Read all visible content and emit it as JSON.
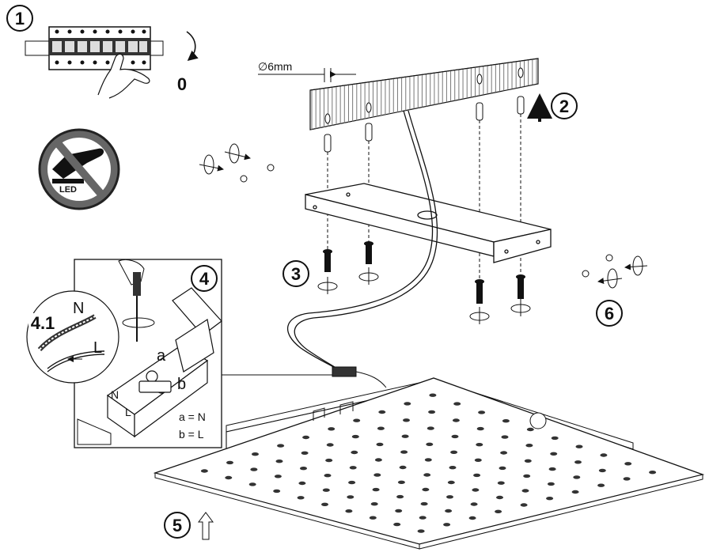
{
  "steps": {
    "s1": "1",
    "s2": "2",
    "s3": "3",
    "s4": "4",
    "s41": "4.1",
    "s5": "5",
    "s6": "6"
  },
  "labels": {
    "zero": "0",
    "drill_diameter": "∅6mm",
    "led_badge": "LED",
    "wire_n": "N",
    "wire_l": "L",
    "terminal_a": "a",
    "terminal_b": "b",
    "legend_a": "a = N",
    "legend_b": "b = L"
  },
  "icons": {
    "prohibition": "no-touch-led-icon",
    "arrow_up": "arrow-up-icon",
    "rotate": "rotate-icon",
    "screwdriver": "screwdriver-icon"
  }
}
